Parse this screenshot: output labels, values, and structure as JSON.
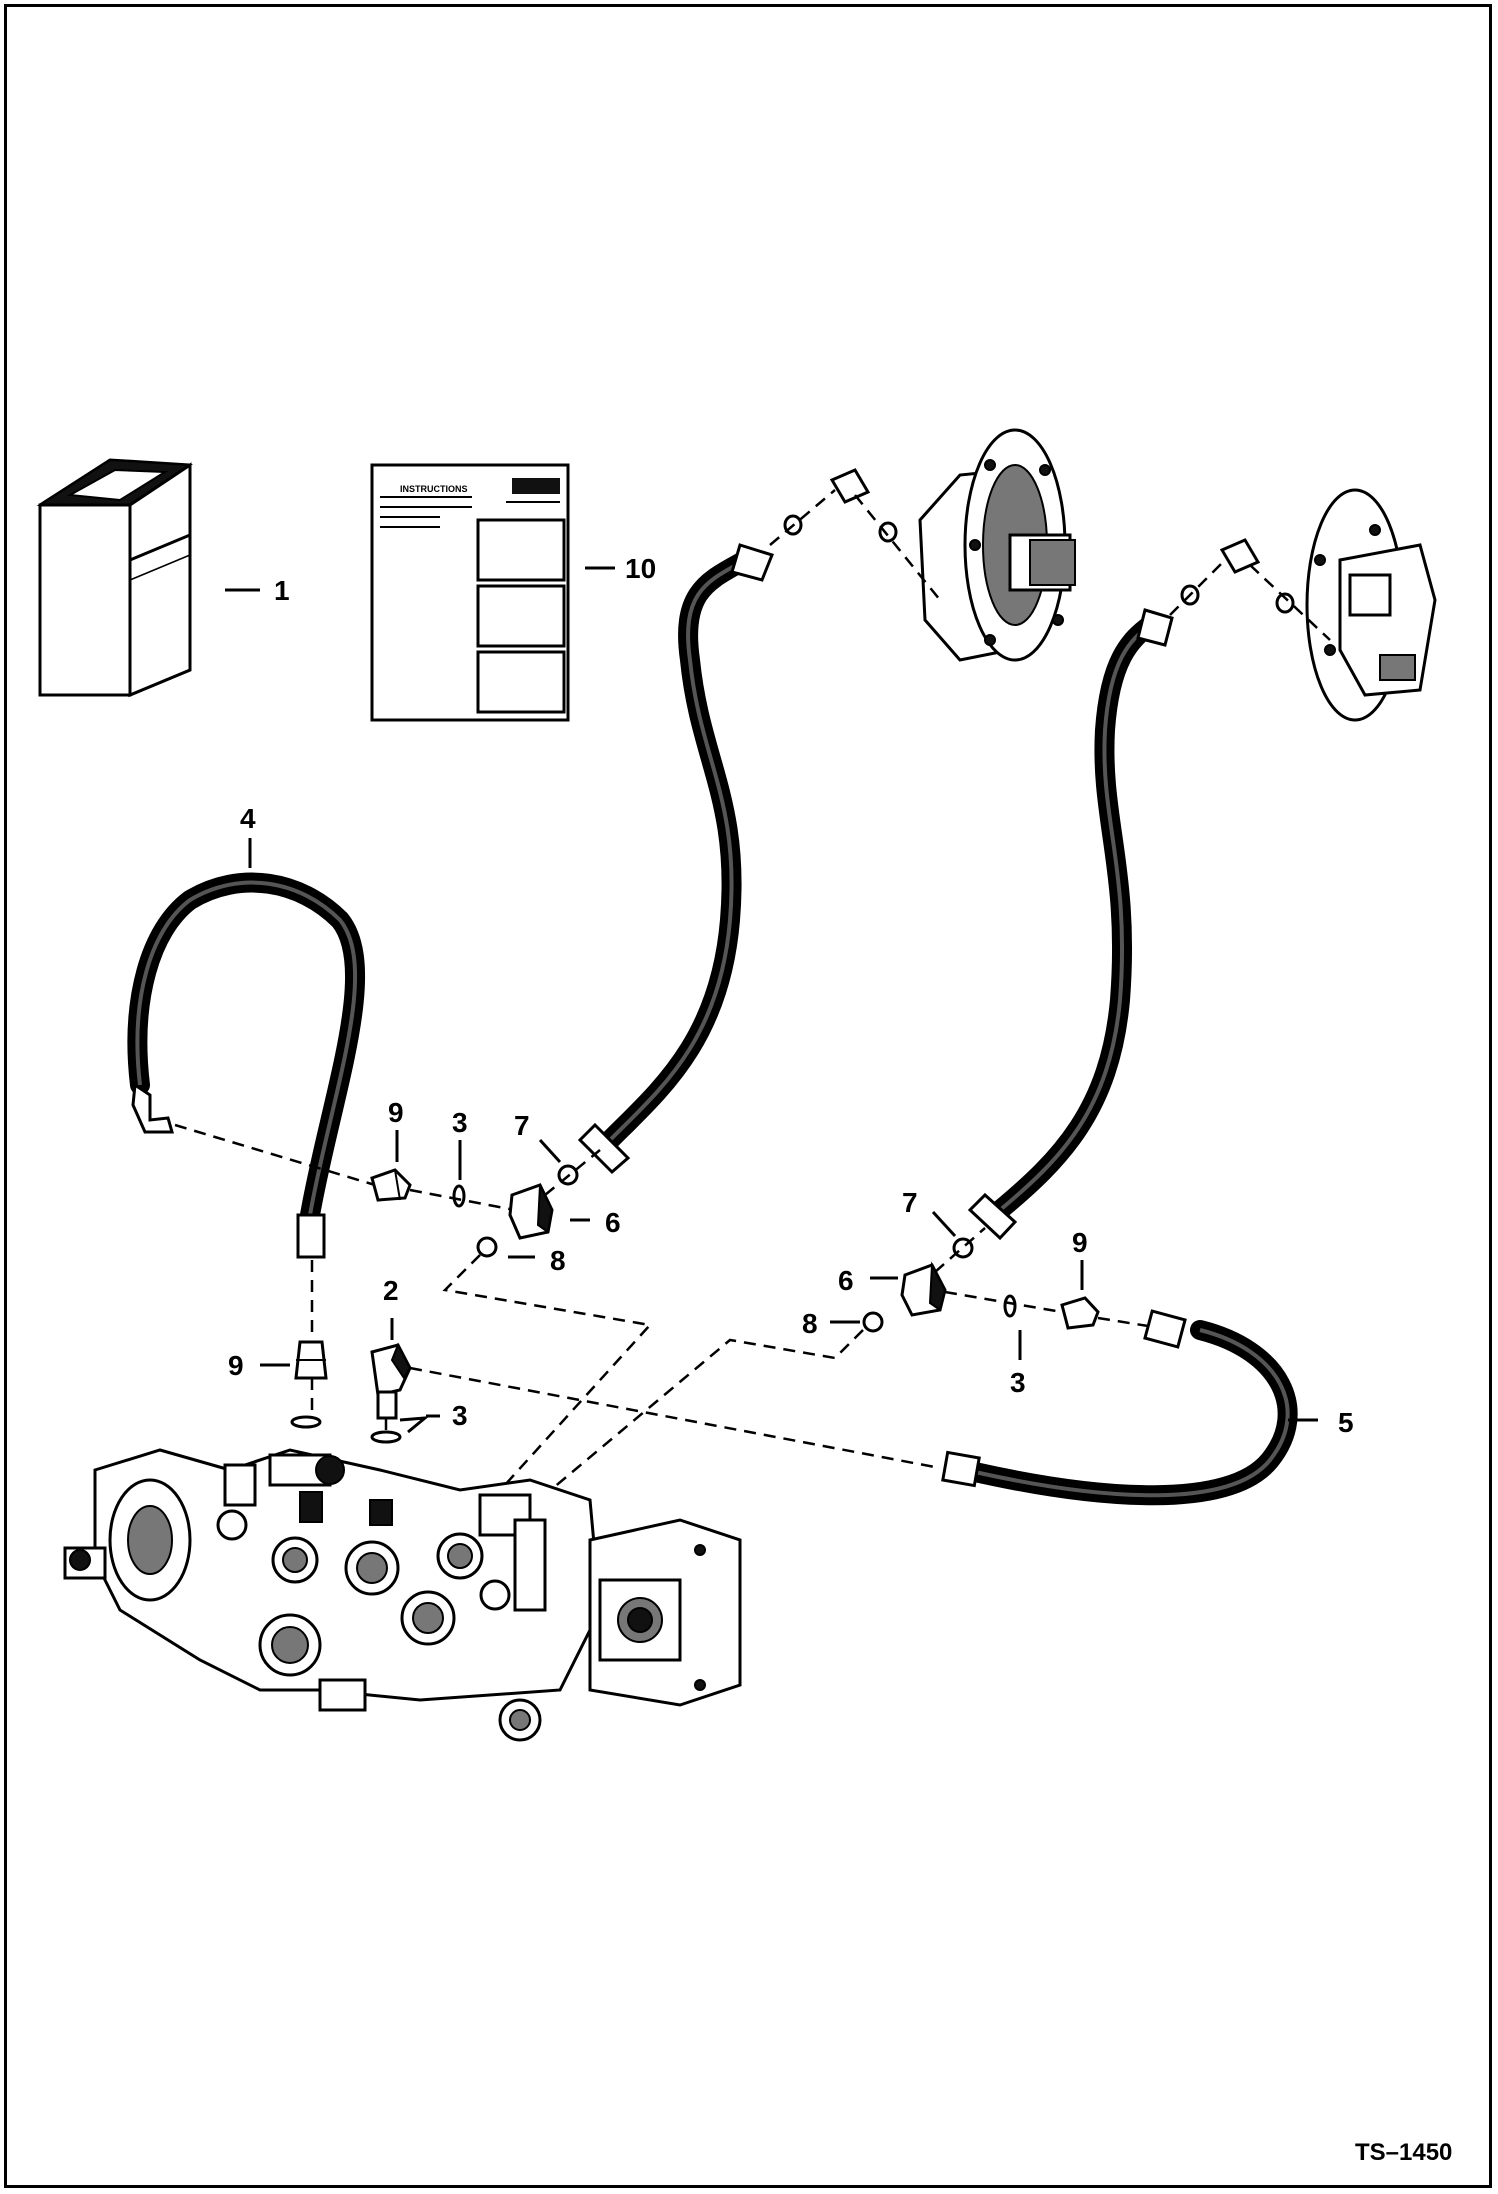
{
  "figure_id": "TS–1450",
  "callouts": {
    "c1": "1",
    "c10": "10",
    "c4": "4",
    "c9a": "9",
    "c3a": "3",
    "c7a": "7",
    "c6a": "6",
    "c8a": "8",
    "c2": "2",
    "c9b": "9",
    "c3b": "3",
    "c7b": "7",
    "c6b": "6",
    "c8b": "8",
    "c9c": "9",
    "c3c": "3",
    "c5": "5"
  },
  "manual_sheet": {
    "heading": "INSTRUCTIONS"
  },
  "parts": [
    {
      "callout": "1",
      "name": "kit-box"
    },
    {
      "callout": "2",
      "name": "elbow-fitting"
    },
    {
      "callout": "3",
      "name": "o-ring"
    },
    {
      "callout": "4",
      "name": "hose"
    },
    {
      "callout": "5",
      "name": "hose"
    },
    {
      "callout": "6",
      "name": "tee-fitting"
    },
    {
      "callout": "7",
      "name": "o-ring"
    },
    {
      "callout": "8",
      "name": "o-ring"
    },
    {
      "callout": "9",
      "name": "connector-fitting"
    },
    {
      "callout": "10",
      "name": "instruction-sheet"
    }
  ]
}
